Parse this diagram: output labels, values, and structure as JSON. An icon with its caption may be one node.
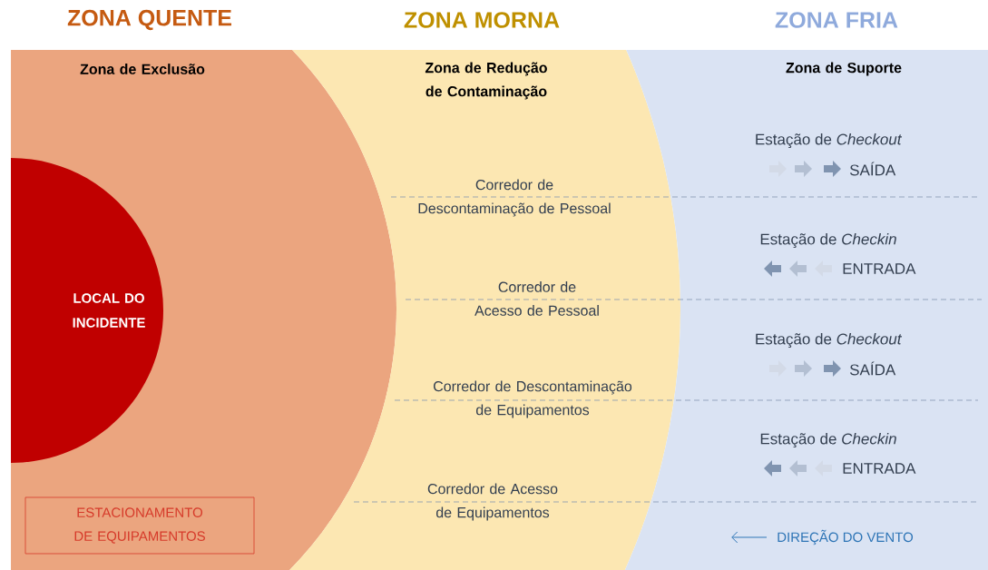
{
  "diagram": {
    "nodes": [
      {
        "text": [
          "ZONA QUENTE",
          "Zona de Exclusão"
        ]
      },
      {
        "text": [
          "ZONA MORNA",
          "Zona de Redução de Contaminação"
        ]
      },
      {
        "text": [
          "ZONA FRIA",
          "Zona de Suporte"
        ]
      },
      {
        "text": [
          "LOCAL DO INCIDENTE"
        ],
        "in": 0
      },
      {
        "text": [
          "ESTACIONAMENTO DE EQUIPAMENTOS"
        ],
        "in": 0
      }
    ],
    "labels": [
      "Estação de *Checkout*",
      "SAÍDA",
      "Corredor de Descontaminação de Pessoal",
      "Estação de *Checkin*",
      "ENTRADA",
      "Corredor de Acesso de Pessoal",
      "Estação de *Checkout*",
      "SAÍDA",
      "Corredor de Descontaminação de Equipamentos",
      "Estação de *Checkin*",
      "ENTRADA",
      "Corredor de Acesso de Equipamentos",
      "DIREÇÃO DO VENTO"
    ]
  }
}
